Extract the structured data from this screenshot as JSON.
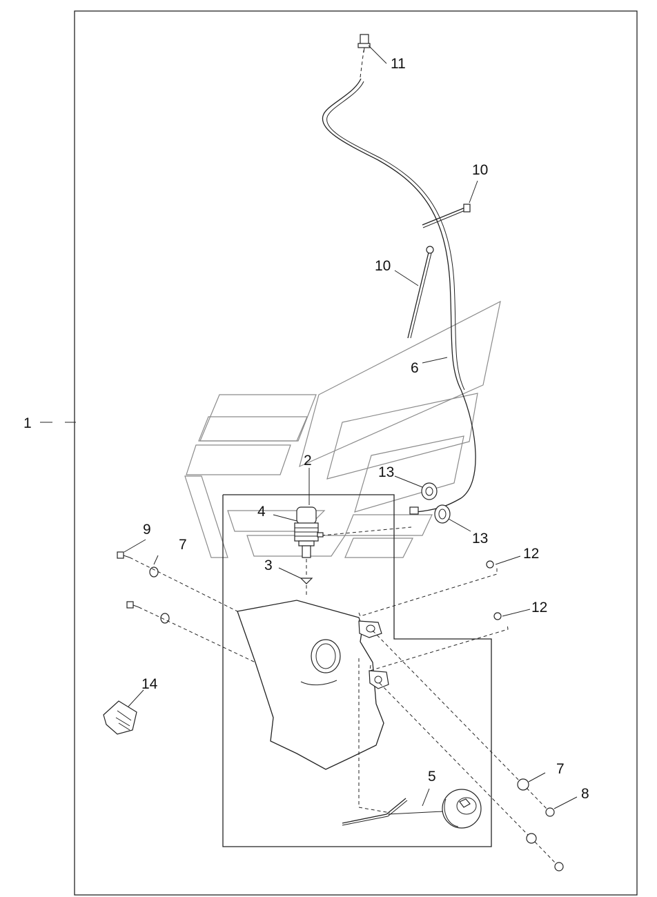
{
  "callouts": {
    "c1": "1",
    "c2": "2",
    "c3": "3",
    "c4": "4",
    "c5": "5",
    "c6": "6",
    "c7a": "7",
    "c7b": "7",
    "c8": "8",
    "c9": "9",
    "c10a": "10",
    "c10b": "10",
    "c11": "11",
    "c12a": "12",
    "c12b": "12",
    "c13a": "13",
    "c13b": "13",
    "c14": "14"
  }
}
